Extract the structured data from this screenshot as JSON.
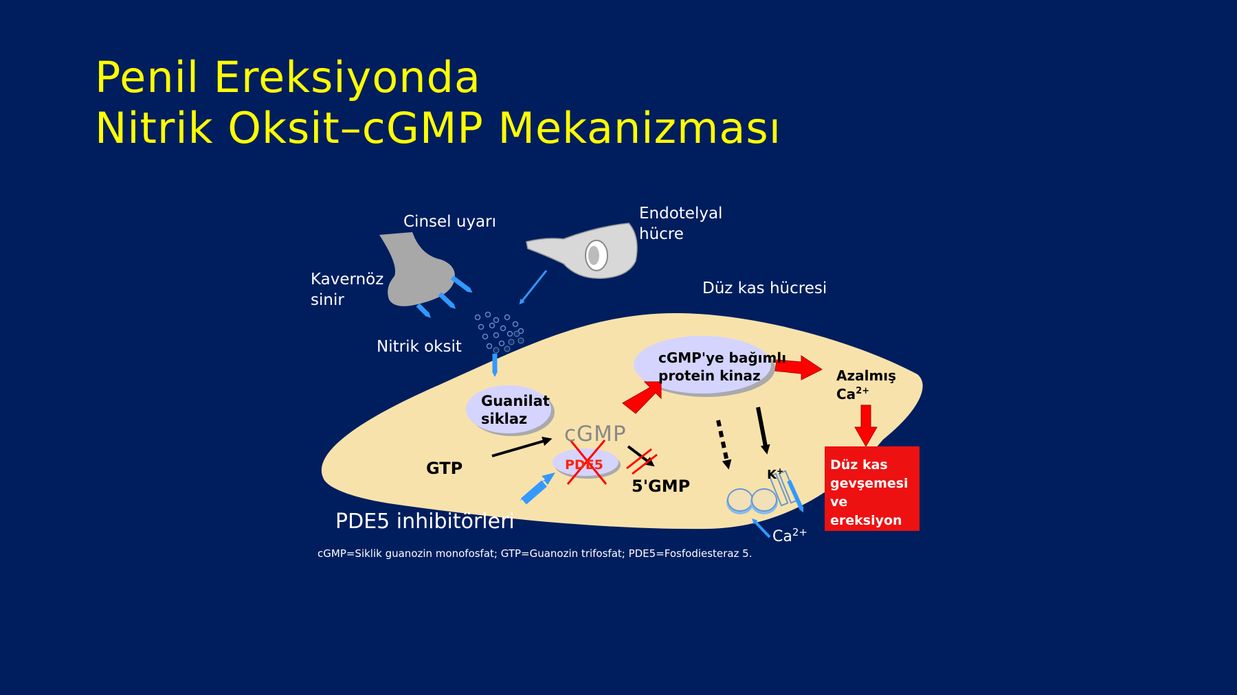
{
  "title": {
    "line1": "Penil Ereksiyonda",
    "line2": "Nitrik Oksit–cGMP Mekanizması"
  },
  "labels": {
    "cinsel_uyari": "Cinsel uyarı",
    "endotelyal_1": "Endotelyal",
    "endotelyal_2": "hücre",
    "kavernoz_1": "Kavernöz",
    "kavernoz_2": "sinir",
    "duz_kas_hucresi": "Düz kas hücresi",
    "nitrik_oksit": "Nitrik oksit",
    "guanilat_1": "Guanilat",
    "guanilat_2": "siklaz",
    "kinaz_1": "cGMP'ye bağımlı",
    "kinaz_2": "protein kinaz",
    "azalmis": "Azalmış",
    "ca": "Ca",
    "ca_sup": "2+",
    "cgmp": "cGMP",
    "gtp": "GTP",
    "pde5": "PDE5",
    "gmp5": "5'GMP",
    "k": "K",
    "k_sup": "+",
    "ca_bottom": "Ca",
    "ca_bottom_sup": "2+",
    "pde5_inhibitors": "PDE5 inhibitörleri",
    "relax_1": "Düz kas",
    "relax_2": "gevşemesi",
    "relax_3": "ve",
    "relax_4": "ereksiyon"
  },
  "footnote": "cGMP=Siklik guanozin monofosfat; GTP=Guanozin trifosfat; PDE5=Fosfodiesteraz 5.",
  "colors": {
    "background": "#001e5e",
    "title": "#ffff00",
    "cell": "#f8e2ac",
    "enzyme": "#d4d4ff",
    "blue_arrow": "#3399ff",
    "red": "#ff0000",
    "relax_box": "#ee1111"
  }
}
